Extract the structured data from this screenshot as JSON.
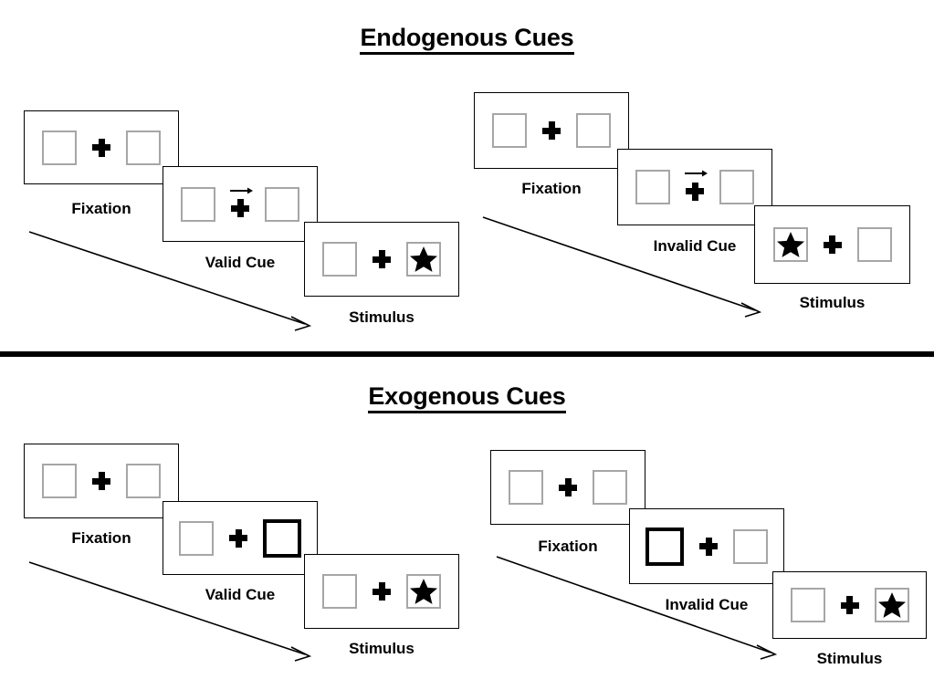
{
  "figure": {
    "sections": [
      {
        "id": "endogenous",
        "title": "Endogenous Cues",
        "cue_type": "arrow",
        "columns": [
          {
            "id": "endogenous-valid",
            "cue_label_text": "Valid Cue",
            "panels": [
              {
                "id": "endo-valid-fixation",
                "label": "Fixation",
                "left_square": "empty",
                "right_square": "empty",
                "cue": "none",
                "arrow_direction": ""
              },
              {
                "id": "endo-valid-cue",
                "label": "Valid Cue",
                "left_square": "empty",
                "right_square": "empty",
                "cue": "arrow",
                "arrow_direction": "right"
              },
              {
                "id": "endo-valid-stimulus",
                "label": "Stimulus",
                "left_square": "empty",
                "right_square": "star",
                "cue": "none",
                "arrow_direction": ""
              }
            ]
          },
          {
            "id": "endogenous-invalid",
            "cue_label_text": "Invalid Cue",
            "panels": [
              {
                "id": "endo-invalid-fixation",
                "label": "Fixation",
                "left_square": "empty",
                "right_square": "empty",
                "cue": "none",
                "arrow_direction": ""
              },
              {
                "id": "endo-invalid-cue",
                "label": "Invalid Cue",
                "left_square": "empty",
                "right_square": "empty",
                "cue": "arrow",
                "arrow_direction": "right"
              },
              {
                "id": "endo-invalid-stimulus",
                "label": "Stimulus",
                "left_square": "star",
                "right_square": "empty",
                "cue": "none",
                "arrow_direction": ""
              }
            ]
          }
        ]
      },
      {
        "id": "exogenous",
        "title": "Exogenous Cues",
        "cue_type": "highlight",
        "columns": [
          {
            "id": "exogenous-valid",
            "cue_label_text": "Valid Cue",
            "panels": [
              {
                "id": "exo-valid-fixation",
                "label": "Fixation",
                "left_square": "empty",
                "right_square": "empty",
                "cue": "none",
                "arrow_direction": ""
              },
              {
                "id": "exo-valid-cue",
                "label": "Valid Cue",
                "left_square": "empty",
                "right_square": "cued",
                "cue": "highlight-right",
                "arrow_direction": ""
              },
              {
                "id": "exo-valid-stimulus",
                "label": "Stimulus",
                "left_square": "empty",
                "right_square": "star",
                "cue": "none",
                "arrow_direction": ""
              }
            ]
          },
          {
            "id": "exogenous-invalid",
            "cue_label_text": "Invalid Cue",
            "panels": [
              {
                "id": "exo-invalid-fixation",
                "label": "Fixation",
                "left_square": "empty",
                "right_square": "empty",
                "cue": "none",
                "arrow_direction": ""
              },
              {
                "id": "exo-invalid-cue",
                "label": "Invalid Cue",
                "left_square": "cued",
                "right_square": "empty",
                "cue": "highlight-left",
                "arrow_direction": ""
              },
              {
                "id": "exo-invalid-stimulus",
                "label": "Stimulus",
                "left_square": "empty",
                "right_square": "star",
                "cue": "none",
                "arrow_direction": ""
              }
            ]
          }
        ]
      }
    ],
    "colors": {
      "panel_border": "#000000",
      "square_border": "#a6a6a6",
      "cued_square_border": "#000000",
      "fixation_cross": "#000000",
      "star_fill": "#000000",
      "divider": "#000000",
      "background": "#ffffff"
    }
  }
}
